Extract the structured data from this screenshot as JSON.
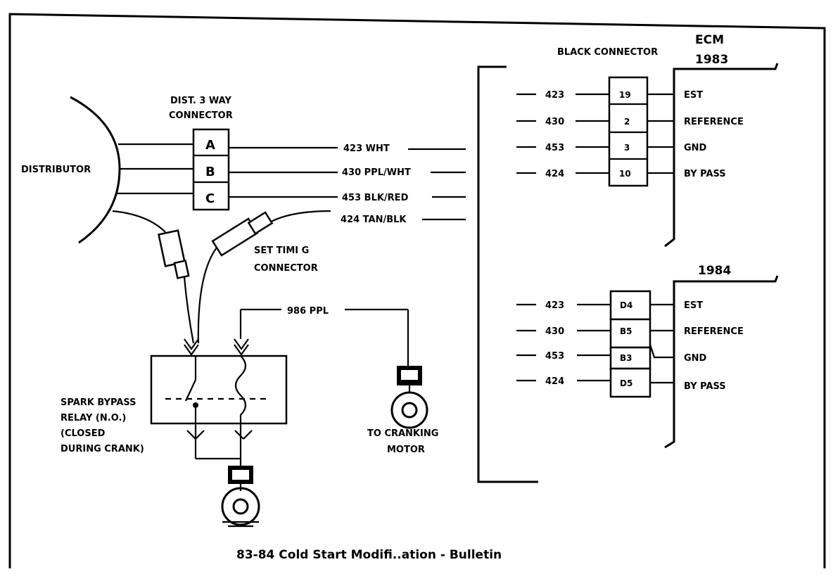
{
  "title": "83-84 Cold Start Modifi..ation - Bulletin",
  "distributor": {
    "label": "DISTRIBUTOR",
    "connector_title_1": "DIST. 3 WAY",
    "connector_title_2": "CONNECTOR",
    "pins": [
      "A",
      "B",
      "C"
    ]
  },
  "wires": [
    "423 WHT",
    "430 PPL/WHT",
    "453 BLK/RED",
    "424 TAN/BLK"
  ],
  "set_timing": {
    "line1": "SET TIMI G",
    "line2": "CONNECTOR"
  },
  "relay": {
    "lines": [
      "SPARK BYPASS",
      "RELAY (N.O.)",
      "(CLOSED",
      "DURING CRANK)"
    ],
    "feed_wire": "986 PPL"
  },
  "cranking_motor": {
    "line1": "TO CRANKING",
    "line2": "MOTOR"
  },
  "ecm": {
    "label": "ECM",
    "black_connector": "BLACK CONNECTOR",
    "year_1983": "1983",
    "year_1984": "1984",
    "rows_1983": [
      {
        "wire": "423",
        "pin": "19",
        "function": "EST"
      },
      {
        "wire": "430",
        "pin": "2",
        "function": "REFERENCE"
      },
      {
        "wire": "453",
        "pin": "3",
        "function": "GND"
      },
      {
        "wire": "424",
        "pin": "10",
        "function": "BY PASS"
      }
    ],
    "rows_1984": [
      {
        "wire": "423",
        "pin": "D4",
        "function": "EST"
      },
      {
        "wire": "430",
        "pin": "B5",
        "function": "REFERENCE"
      },
      {
        "wire": "453",
        "pin": "B3",
        "function": "GND"
      },
      {
        "wire": "424",
        "pin": "D5",
        "function": "BY PASS"
      }
    ]
  }
}
